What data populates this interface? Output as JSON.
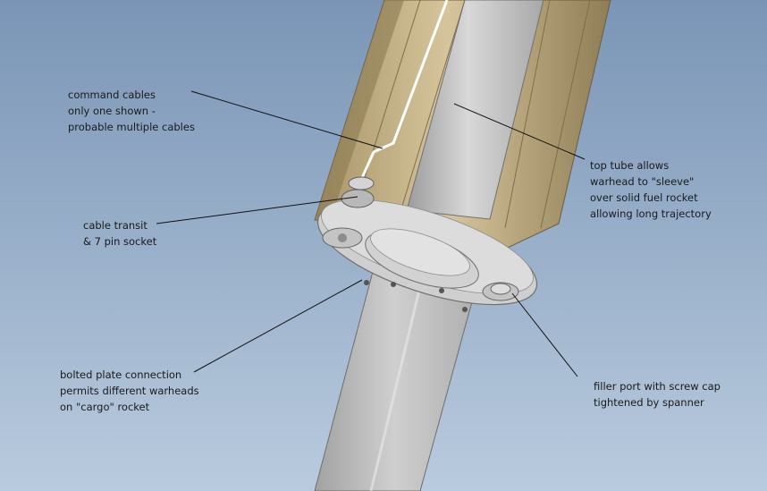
{
  "labels": {
    "command_cables": [
      "command cables",
      "only one shown -",
      "probable multiple cables"
    ],
    "cable_transit": [
      "cable transit",
      "& 7 pin socket"
    ],
    "bolted_plate": [
      "bolted plate connection",
      "permits different warheads",
      "on \"cargo\" rocket"
    ],
    "top_tube": [
      "top tube allows",
      "warhead to \"sleeve\"",
      "over solid fuel rocket",
      "allowing long trajectory"
    ],
    "filler_port": [
      "filler port with screw cap",
      "tightened by spanner"
    ]
  },
  "colors": {
    "sky_top": "#7a95b6",
    "sky_bottom": "#b9cbde",
    "tan": "#bda97f",
    "tube_grey": "#c2c2c2",
    "flange_grey": "#cfcfcf",
    "cable": "#ffffff"
  }
}
